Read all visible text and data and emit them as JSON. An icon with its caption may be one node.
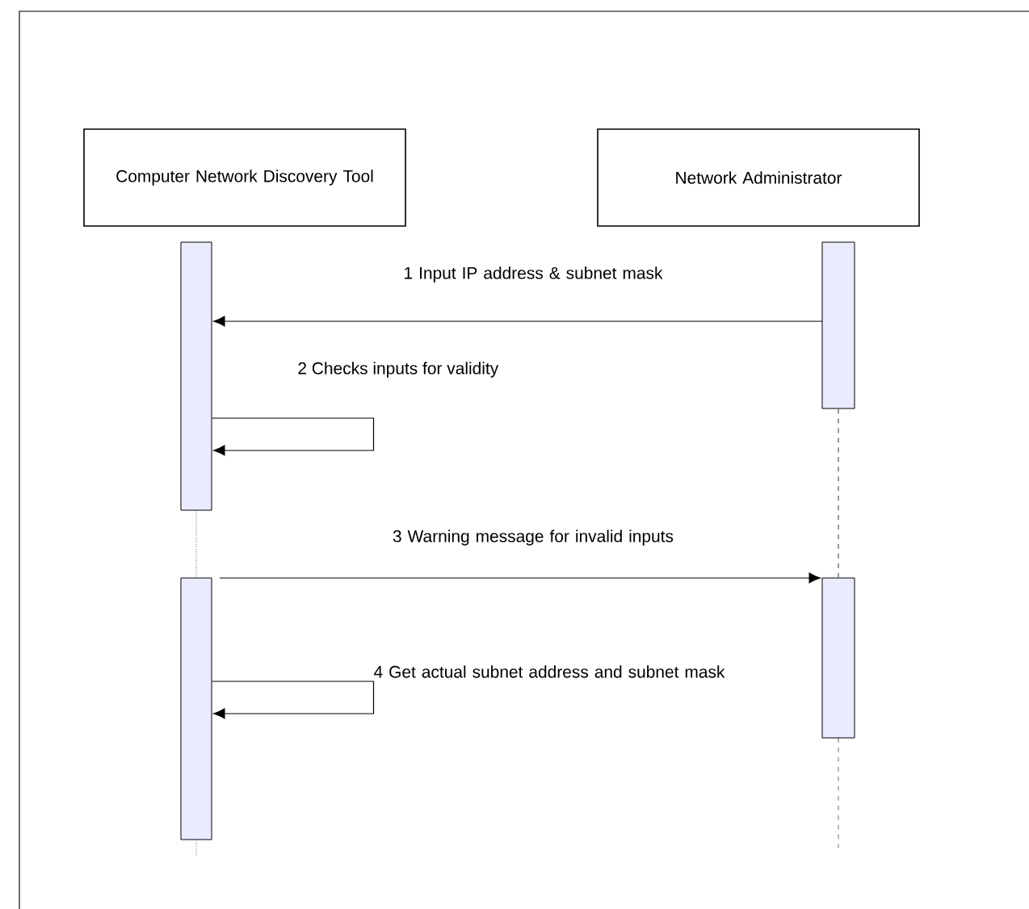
{
  "diagram": {
    "nodes": [
      {
        "text": [
          "Computer Network Discovery Tool"
        ]
      },
      {
        "text": [
          "Network Administrator"
        ]
      },
      {
        "text": [],
        "shape": "bar"
      },
      {
        "text": [],
        "shape": "bar"
      },
      {
        "text": [],
        "shape": "bar"
      },
      {
        "text": [],
        "shape": "bar"
      }
    ],
    "edges": [
      {
        "from": 3,
        "to": 2,
        "arrow": "to",
        "label": "1  Input IP address & subnet mask"
      },
      {
        "from": 2,
        "to": 2,
        "arrow": "to",
        "label": "2  Checks inputs for validity"
      },
      {
        "from": 4,
        "to": 5,
        "arrow": "to",
        "label": "3  Warning message for invalid inputs"
      },
      {
        "from": 4,
        "to": 4,
        "arrow": "to",
        "label": "4  Get actual subnet address and subnet mask"
      },
      {
        "from": 2,
        "to": 4,
        "arrow": "none",
        "style": "dashed"
      },
      {
        "from": 3,
        "to": 5,
        "arrow": "none",
        "style": "dashed"
      }
    ]
  }
}
